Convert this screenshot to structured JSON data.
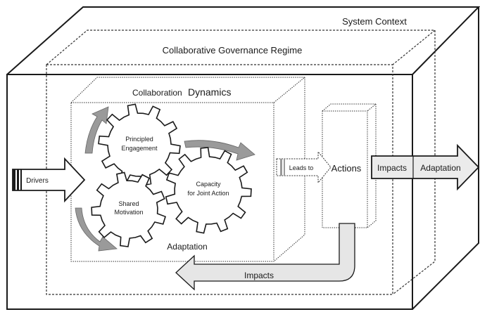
{
  "labels": {
    "system_context": "System Context",
    "governance_regime": "Collaborative Governance Regime",
    "collab_prefix": "Collaboration",
    "collab_suffix": "Dynamics",
    "principled_1": "Principled",
    "principled_2": "Engagement",
    "capacity_1": "Capacity",
    "capacity_2": "for Joint Action",
    "shared_1": "Shared",
    "shared_2": "Motivation",
    "drivers": "Drivers",
    "leads_to": "Leads to",
    "actions": "Actions",
    "impacts_right": "Impacts",
    "adaptation_right": "Adaptation",
    "adaptation_inner": "Adaptation",
    "impacts_bottom": "Impacts"
  },
  "colors": {
    "line": "#1a1a1a",
    "gear_fill": "#ffffff",
    "arrow_gray": "#9a9a9a",
    "arrow_light": "#e6e6e6"
  }
}
